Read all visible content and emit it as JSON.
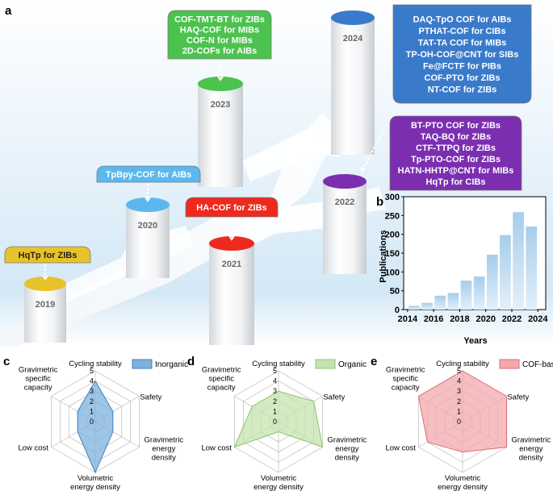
{
  "panel_labels": {
    "a": "a",
    "b": "b",
    "c": "c",
    "d": "d",
    "e": "e"
  },
  "timeline": {
    "years": [
      {
        "year": "2019",
        "color": "#E8C22A",
        "callout_color": "#E8C22A",
        "callout_text_color": "#222222",
        "callouts": [
          "HqTp for ZIBs"
        ]
      },
      {
        "year": "2020",
        "color": "#5BB8EE",
        "callout_color": "#5BB8EE",
        "callout_text_color": "#ffffff",
        "callouts": [
          "TpBpy-COF for AIBs"
        ]
      },
      {
        "year": "2021",
        "color": "#EE2A1F",
        "callout_color": "#EE2A1F",
        "callout_text_color": "#ffffff",
        "callouts": [
          "HA-COF for ZIBs"
        ]
      },
      {
        "year": "2022",
        "color": "#7B2FB0",
        "callout_color": "#7B2FB0",
        "callout_text_color": "#ffffff",
        "callouts": [
          "BT-PTO COF for ZIBs",
          "TAQ-BQ for ZIBs",
          "CTF-TTPQ for ZIBs",
          "Tp-PTO-COF for ZIBs",
          "HATN-HHTP@CNT for MIBs",
          "HqTp for CIBs"
        ]
      },
      {
        "year": "2023",
        "color": "#4CC24F",
        "callout_color": "#4CC24F",
        "callout_text_color": "#ffffff",
        "callouts": [
          "COF-TMT-BT for ZIBs",
          "HAQ-COF for MIBs",
          "COF-N for MIBs",
          "2D-COFs for AIBs"
        ]
      },
      {
        "year": "2024",
        "color": "#3A7ACB",
        "callout_color": "#3A7ACB",
        "callout_text_color": "#ffffff",
        "callouts": [
          "DAQ-TpO COF for AIBs",
          "PTHAT-COF for CIBs",
          "TAT-TA COF for MIBs",
          "TP-OH-COF@CNT for SIBs",
          "Fe@FCTF for PIBs",
          "COF-PTO for ZIBs",
          "NT-COF for ZIBs"
        ]
      }
    ]
  },
  "chart_data": [
    {
      "type": "bar",
      "panel": "b",
      "xlabel": "Years",
      "ylabel": "Publications",
      "x": [
        2014,
        2015,
        2016,
        2017,
        2018,
        2019,
        2020,
        2021,
        2022,
        2023,
        2024
      ],
      "values": [
        10,
        18,
        37,
        44,
        77,
        88,
        146,
        198,
        259,
        221
      ],
      "x_values": [
        2014.5,
        2015.5,
        2016.5,
        2017.5,
        2018.5,
        2019.5,
        2020.5,
        2021.5,
        2022.5,
        2023.5
      ],
      "xticks": [
        "2014",
        "2016",
        "2018",
        "2020",
        "2022",
        "2024"
      ],
      "xtick_values": [
        2014,
        2016,
        2018,
        2020,
        2022,
        2024
      ],
      "yticks": [
        "0",
        "50",
        "100",
        "150",
        "200",
        "250",
        "300"
      ],
      "ytick_values": [
        0,
        50,
        100,
        150,
        200,
        250,
        300
      ],
      "ylim": [
        0,
        300
      ],
      "xlim": [
        2013.7,
        2024.6
      ],
      "grid": false,
      "bar_color_top": "#A6CDEA",
      "bar_color_bottom": "#E3F0FA"
    },
    {
      "type": "radar",
      "panel": "c",
      "series": [
        {
          "name": "Inorganic",
          "values": [
            4,
            2,
            2,
            5,
            2,
            2
          ]
        }
      ],
      "axes": [
        "Cycling stability",
        "Safety",
        "Gravimetric energy density",
        "Volumetric energy density",
        "Low cost",
        "Gravimetric specific capacity"
      ],
      "ticks": [
        "0",
        "1",
        "2",
        "3",
        "4",
        "5"
      ],
      "range": [
        0,
        5
      ],
      "fill": "#7DB2DE",
      "stroke": "#3F80C0",
      "legend": "top-right"
    },
    {
      "type": "radar",
      "panel": "d",
      "series": [
        {
          "name": "Organic",
          "values": [
            3,
            4,
            5,
            1,
            5,
            3
          ]
        }
      ],
      "axes": [
        "Cycling stability",
        "Safety",
        "Gravimetric energy density",
        "Volumetric energy density",
        "Low cost",
        "Gravimetric specific capacity"
      ],
      "ticks": [
        "0",
        "1",
        "2",
        "3",
        "4",
        "5"
      ],
      "range": [
        0,
        5
      ],
      "fill": "#C5E3AE",
      "stroke": "#8CC46D",
      "legend": "top-right"
    },
    {
      "type": "radar",
      "panel": "e",
      "series": [
        {
          "name": "COF-based",
          "values": [
            5,
            5,
            5,
            3,
            4,
            5
          ]
        }
      ],
      "axes": [
        "Cycling stability",
        "Safety",
        "Gravimetric energy density",
        "Volumetric energy density",
        "Low cost",
        "Gravimetric specific capacity"
      ],
      "ticks": [
        "0",
        "1",
        "2",
        "3",
        "4",
        "5"
      ],
      "range": [
        0,
        5
      ],
      "fill": "#F2A9AE",
      "stroke": "#DF6C76",
      "legend": "top-right"
    }
  ],
  "radar_axis_labels": [
    [
      "Cycling stability"
    ],
    [
      "Safety"
    ],
    [
      "Gravimetric",
      "energy",
      "density"
    ],
    [
      "Volumetric",
      "energy density"
    ],
    [
      "Low cost"
    ],
    [
      "Gravimetric",
      "specific",
      "capacity"
    ]
  ]
}
